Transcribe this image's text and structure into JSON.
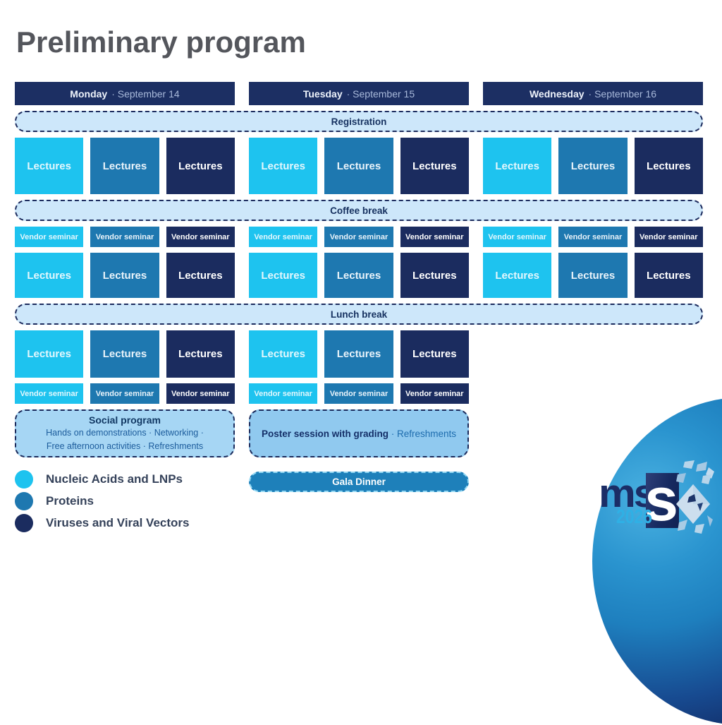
{
  "title": "Preliminary program",
  "days": [
    {
      "name": "Monday",
      "date": "· September 14"
    },
    {
      "name": "Tuesday",
      "date": "· September 15"
    },
    {
      "name": "Wednesday",
      "date": "· September 16"
    }
  ],
  "breaks": {
    "registration": "Registration",
    "coffee": "Coffee break",
    "lunch": "Lunch break"
  },
  "labels": {
    "lectures": "Lectures",
    "vendor_seminar": "Vendor seminar"
  },
  "tracks": [
    {
      "name": "Nucleic Acids and LNPs",
      "color": "#1ec3ef"
    },
    {
      "name": "Proteins",
      "color": "#1e78b0"
    },
    {
      "name": "Viruses and Viral Vectors",
      "color": "#1b2c5f"
    }
  ],
  "colors": {
    "day_header": "#1c2f63",
    "break_bg": "#cde7fa",
    "social_bg": "#a6d6f4",
    "poster_bg": "#90c9ef",
    "gala_bg": "#1e80ba"
  },
  "social": {
    "title": "Social program",
    "line1": "Hands on demonstrations · Networking ·",
    "line2": "Free afternoon activities · Refreshments"
  },
  "poster": {
    "title": "Poster session with grading",
    "suffix": " · Refreshments"
  },
  "gala": {
    "label": "Gala Dinner"
  },
  "logo": {
    "ms": "ms",
    "s": "s",
    "year": "2026"
  }
}
